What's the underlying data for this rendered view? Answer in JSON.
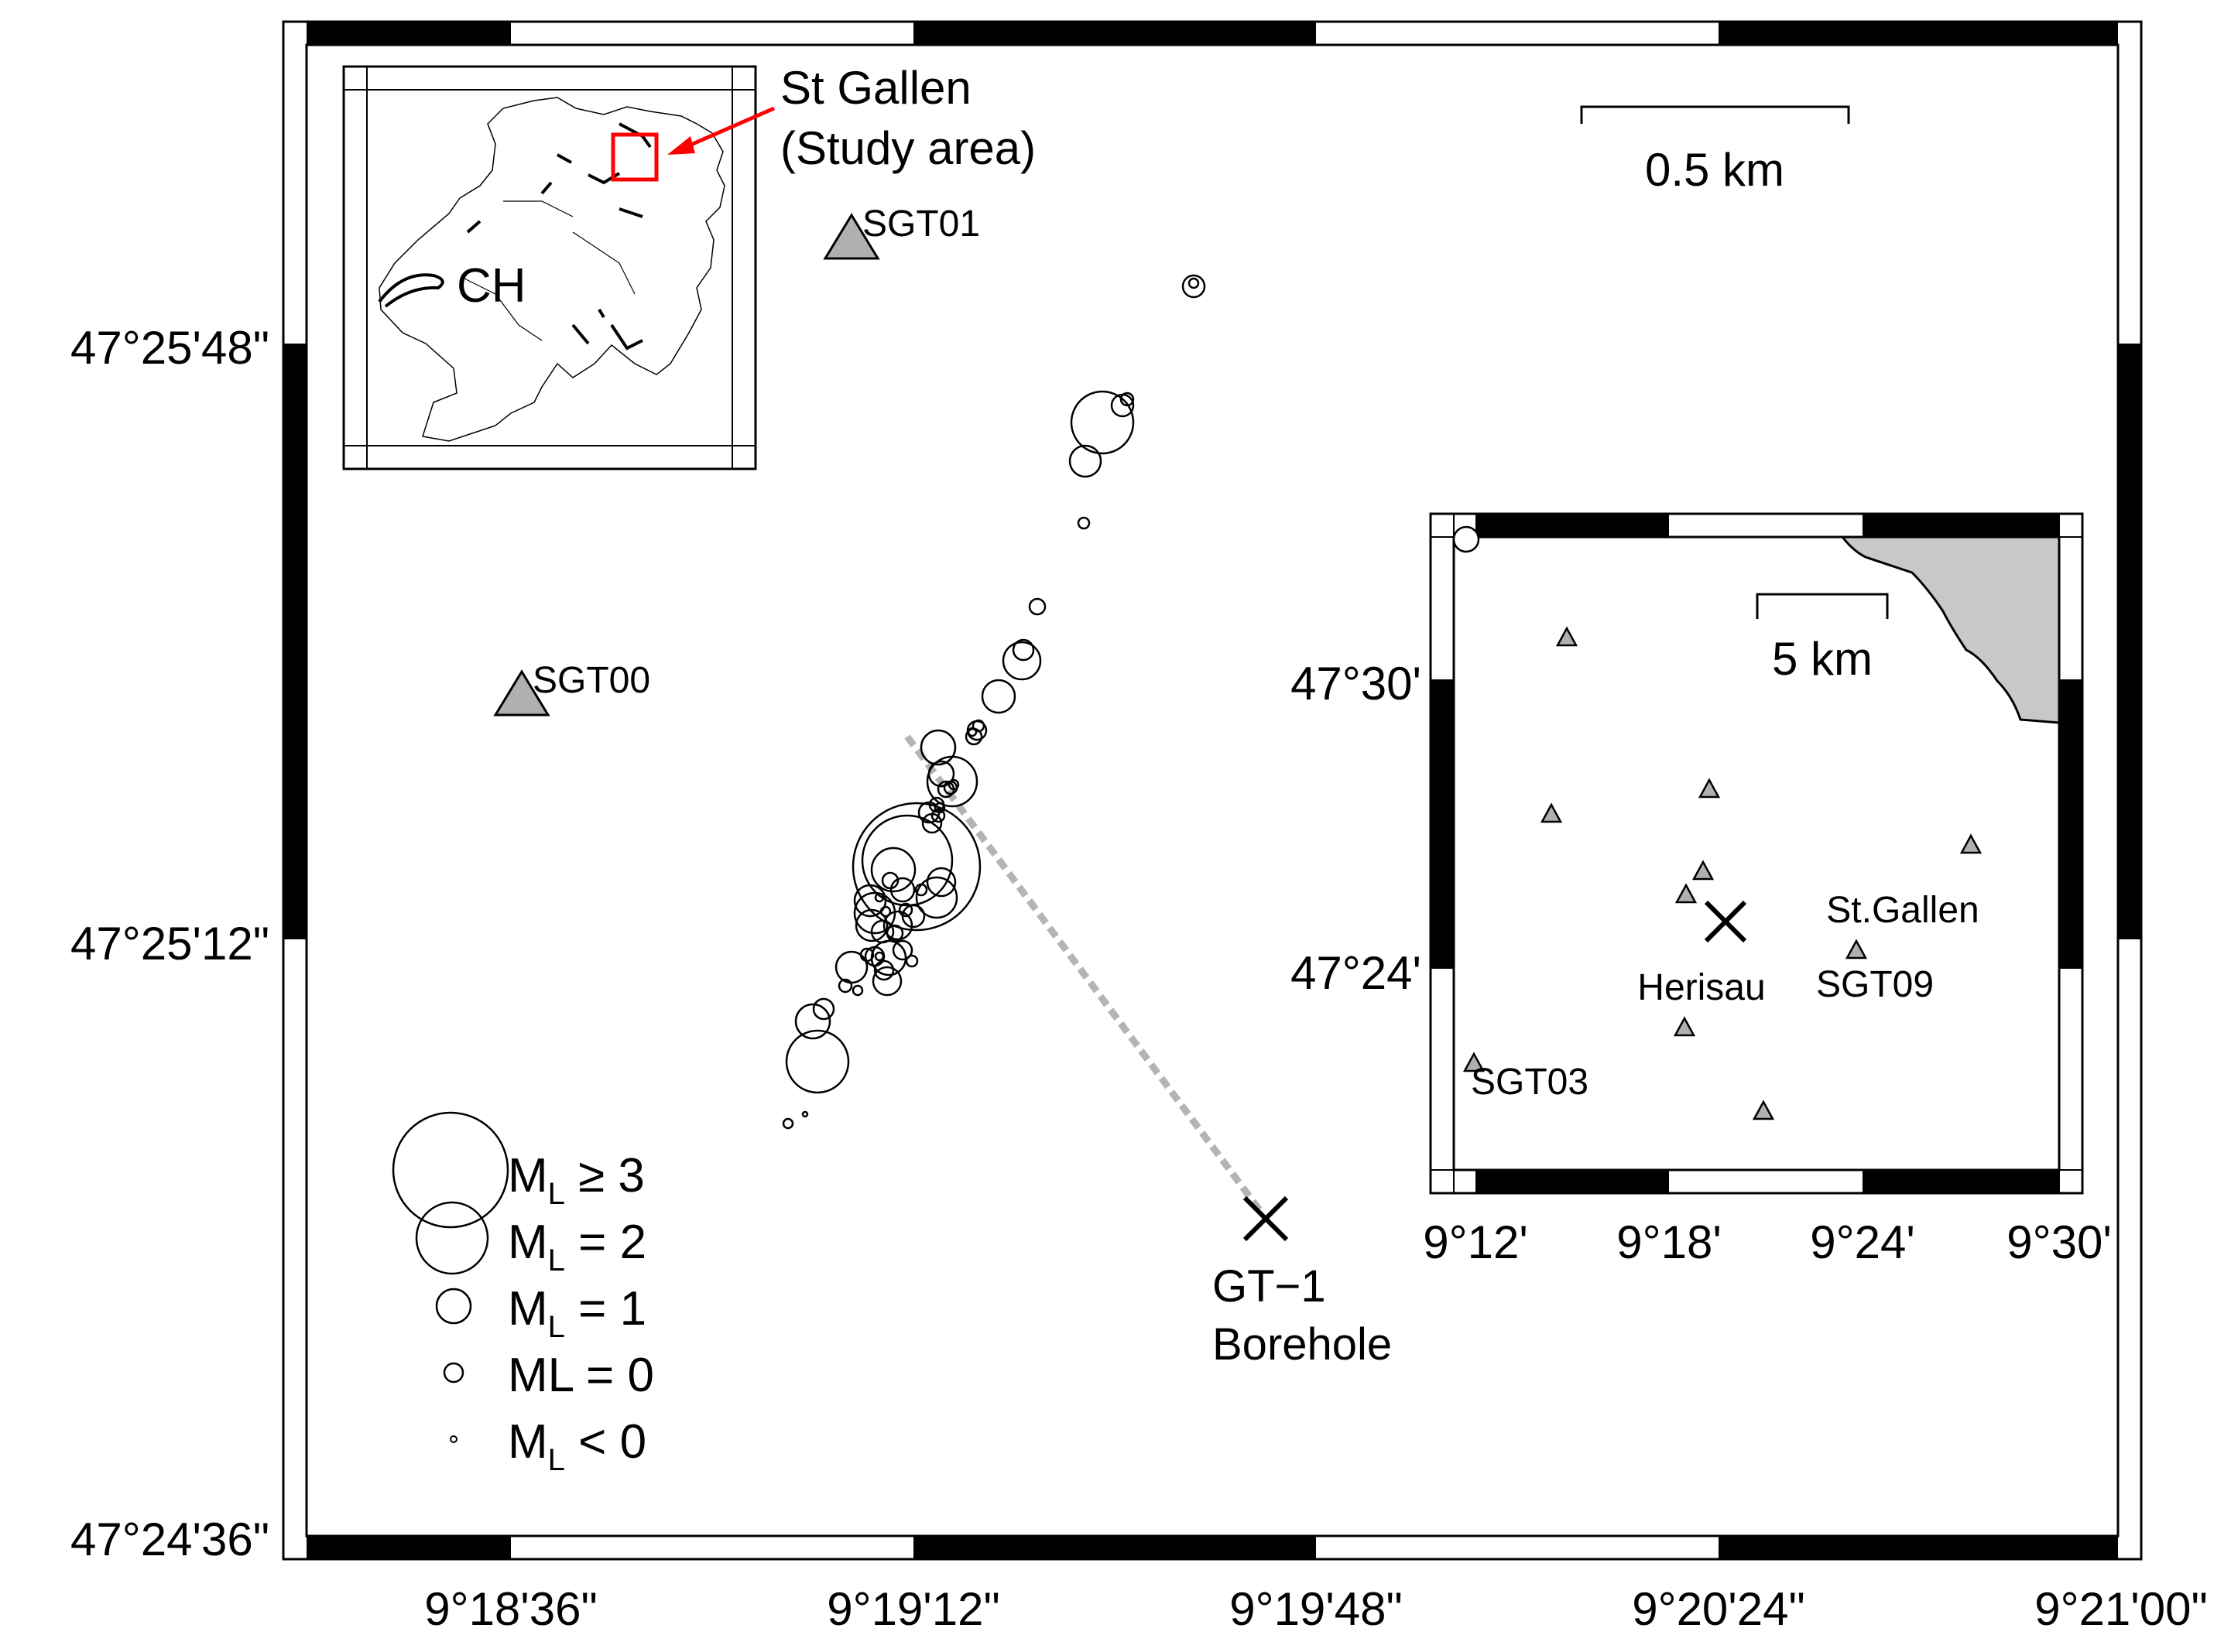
{
  "main_map": {
    "lat_ticks": [
      "47°25'48\"",
      "47°25'12\"",
      "47°24'36\""
    ],
    "lon_ticks": [
      "9°18'36\"",
      "9°19'12\"",
      "9°19'48\"",
      "9°20'24\"",
      "9°21'00\""
    ],
    "scale_bar": "0.5 km",
    "stations": [
      {
        "name": "SGT01"
      },
      {
        "name": "SGT00"
      }
    ],
    "borehole": {
      "label_line1": "GT−1",
      "label_line2": "Borehole"
    },
    "colors": {
      "station_fill": "#b0b0b0",
      "profile_line": "#b4b4b4",
      "event_stroke": "#000000"
    }
  },
  "overview_inset": {
    "country_label": "CH",
    "callout_line1": "St Gallen",
    "callout_line2": "(Study area)",
    "colors": {
      "highlight": "#ff0000"
    }
  },
  "region_inset": {
    "lat_ticks": [
      "47°30'",
      "47°24'"
    ],
    "lon_ticks": [
      "9°12'",
      "9°18'",
      "9°24'",
      "9°30'"
    ],
    "scale_bar": "5 km",
    "places": [
      "Herisau",
      "St.Gallen"
    ],
    "stations": [
      "SGT09",
      "SGT03"
    ],
    "colors": {
      "lake_fill": "#c8c8c8"
    }
  },
  "legend": {
    "items": [
      {
        "magnitude_class": "≥3",
        "prefix": "M",
        "sub": "L",
        "rest": " ≥ 3"
      },
      {
        "magnitude_class": "2",
        "prefix": "M",
        "sub": "L",
        "rest": " = 2"
      },
      {
        "magnitude_class": "1",
        "prefix": "M",
        "sub": "L",
        "rest": " = 1"
      },
      {
        "magnitude_class": "0",
        "prefix": "ML",
        "sub": "",
        "rest": " = 0"
      },
      {
        "magnitude_class": "<0",
        "prefix": "M",
        "sub": "L",
        "rest": " < 0"
      }
    ]
  }
}
